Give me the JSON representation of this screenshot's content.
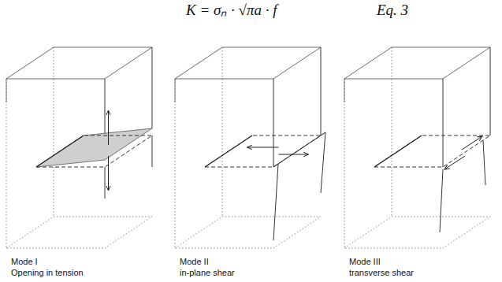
{
  "diagram": {
    "labels": [
      "K = σₙ · √πa · f",
      "Eq. 3",
      "Mode I",
      "Opening in tension",
      "Mode II",
      "in-plane shear",
      "Mode III",
      "transverse shear"
    ]
  }
}
